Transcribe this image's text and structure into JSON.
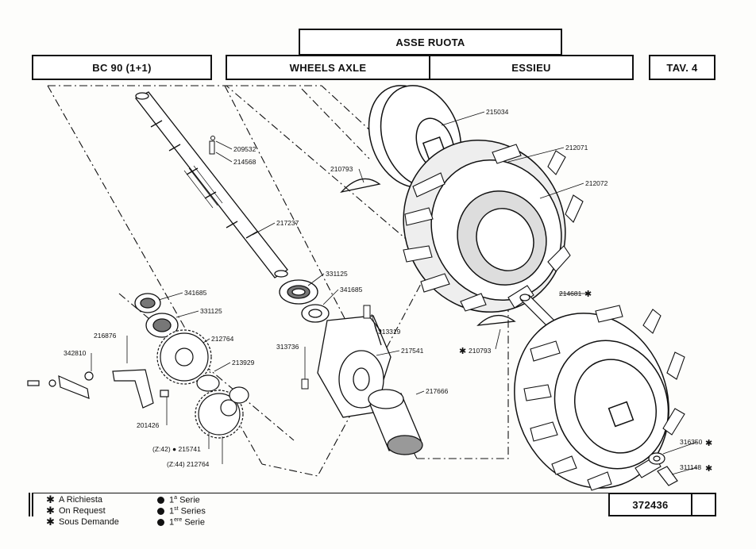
{
  "header": {
    "top_title": "ASSE RUOTA",
    "model": "BC 90 (1+1)",
    "title_en": "WHEELS AXLE",
    "title_fr": "ESSIEU",
    "table": "TAV. 4"
  },
  "parts": {
    "p215034": "215034",
    "p212071": "212071",
    "p212072": "212072",
    "p210793a": "210793",
    "p209532": "209532",
    "p214568": "214568",
    "p217237": "217237",
    "p331125a": "331125",
    "p341685a": "341685",
    "p341685b": "341685",
    "p331125b": "331125",
    "p313319": "313319",
    "p216876": "216876",
    "p212764a": "212764",
    "p342810": "342810",
    "p313736": "313736",
    "p217541": "217541",
    "p213929": "213929",
    "p214681": "214681",
    "p210793b": "210793",
    "p217666": "217666",
    "p201426": "201426",
    "p215741": "(Z:42) ● 215741",
    "p212764b": "(Z:44) 212764",
    "p316350": "316350",
    "p311148": "311148"
  },
  "legend": {
    "star_it": "A Richiesta",
    "star_en": "On Request",
    "star_fr": "Sous Demande",
    "dot_it": "Serie",
    "dot_en": "Series",
    "dot_fr": "Serie",
    "dot_it_sup": "a",
    "dot_en_sup": "st",
    "dot_fr_sup": "ere"
  },
  "footer": {
    "code": "372436"
  }
}
